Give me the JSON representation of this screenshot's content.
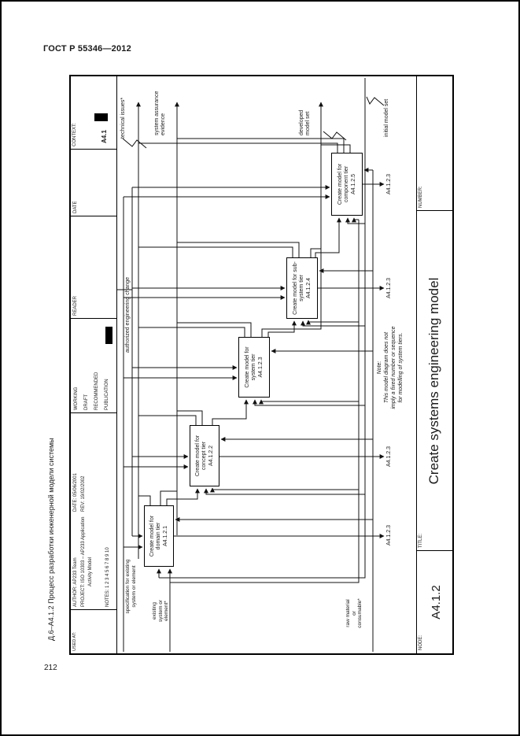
{
  "page": {
    "gost_header": "ГОСТ Р 55346—2012",
    "caption": "Д.6–A4.1.2 Процесс разработки инженерной модели системы",
    "page_number": "212"
  },
  "form": {
    "used_at_label": "USED AT:",
    "author_line": "AUTHOR: AP233 Team",
    "date_line": "DATE: 05/06/2001",
    "project_line": "PROJECT: ISO 10303 – AP233 Application",
    "project_line2": "Activity Model",
    "rev_line": "REV: 19/02/2002",
    "notes_line": "NOTES: 1 2 3 4 5 6 7 8 9 10",
    "status_working": "WORKING",
    "status_draft": "DRAFT",
    "status_recommended": "RECOMMENDED",
    "status_publication": "PUBLICATION",
    "reader_label": "READER",
    "date_label": "DATE",
    "context_label": "CONTEXT:",
    "context_value": "A4.1",
    "node_label": "NODE:",
    "node_value": "A4.1.2",
    "title_label": "TITLE:",
    "title_value": "Create systems engineering model",
    "number_label": "NUMBER:"
  },
  "diagram": {
    "boxes": [
      {
        "name": "Create model for domain tier",
        "number": "A4.1.2.1"
      },
      {
        "name": "Create model for concept tier",
        "number": "A4.1.2.2"
      },
      {
        "name": "Create model for system tier",
        "number": "A4.1.2.3"
      },
      {
        "name": "Create model for sub-system tier",
        "number": "A4.1.2.4"
      },
      {
        "name": "Create model for component tier",
        "number": "A4.1.2.5"
      }
    ],
    "arrows": {
      "spec": "specification for existing\nsystem or element",
      "existing": "existing\nsystem or\nelement*",
      "raw": "raw material\nor\nconsumable*",
      "aec": "authorized engineering change",
      "tech": "technical issues*",
      "sae": "system assurance\nevidence",
      "dev": "developed\nmodel set",
      "ims": "initial model set",
      "call_ref": "A4.1.2.3"
    },
    "note": "Note:\nThis model diagram does not\nimply a fixed number or sequence\nfor modelling of system tiers."
  },
  "colors": {
    "ink": "#1a1a1a"
  }
}
